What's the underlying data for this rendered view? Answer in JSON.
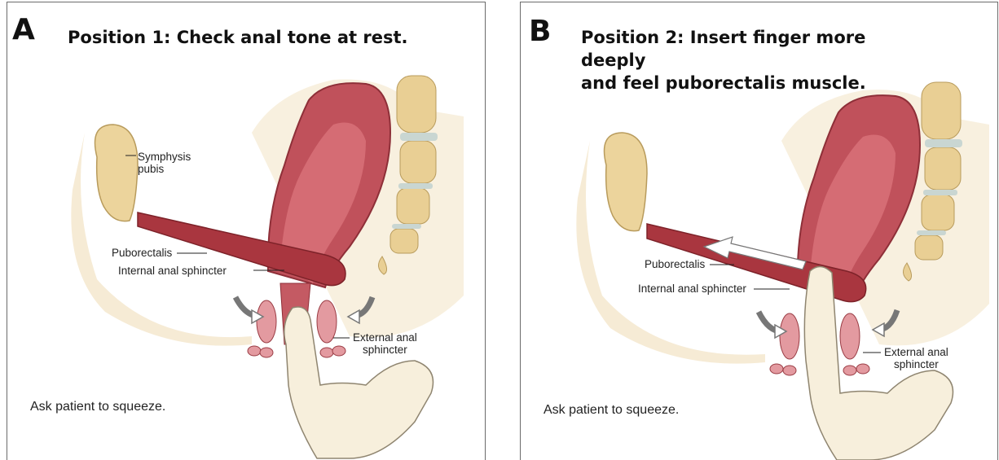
{
  "panel_a": {
    "letter": "A",
    "title": "Position 1: Check anal tone at rest.",
    "labels": {
      "symphysis": "Symphysis pubis",
      "symphysis_line1": "Symphysis",
      "symphysis_line2": "pubis",
      "puborectalis": "Puborectalis",
      "internal": "Internal anal sphincter",
      "external_line1": "External anal",
      "external_line2": "sphincter"
    },
    "instruction": "Ask patient to squeeze."
  },
  "panel_b": {
    "letter": "B",
    "title_line1": "Position 2: Insert finger more deeply",
    "title_line2": "and feel puborectalis muscle.",
    "labels": {
      "puborectalis": "Puborectalis",
      "internal": "Internal anal sphincter",
      "external_line1": "External anal",
      "external_line2": "sphincter"
    },
    "instruction": "Ask patient to squeeze."
  },
  "colors": {
    "bone": "#e9cf94",
    "muscle": "#b5454e",
    "rectum_inner": "#c9626a",
    "skin": "#f4ecd8",
    "background_tissue": "#f6ebd5"
  }
}
